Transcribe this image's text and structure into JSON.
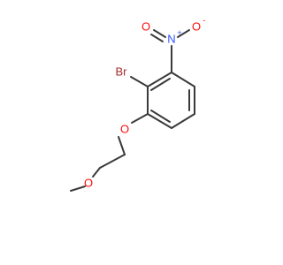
{
  "molecule": {
    "atoms": {
      "br": "Br",
      "n": "N",
      "o_dbl": "O",
      "o_minus": "O",
      "o_ether": "O",
      "o_methoxy": "O"
    },
    "charges": {
      "n_plus": "+",
      "o_minus": "-"
    },
    "colors": {
      "bond": "#3a3a3a",
      "bromine": "#a52a2a",
      "nitrogen": "#3050f8",
      "oxygen": "#ff0d0d"
    }
  }
}
